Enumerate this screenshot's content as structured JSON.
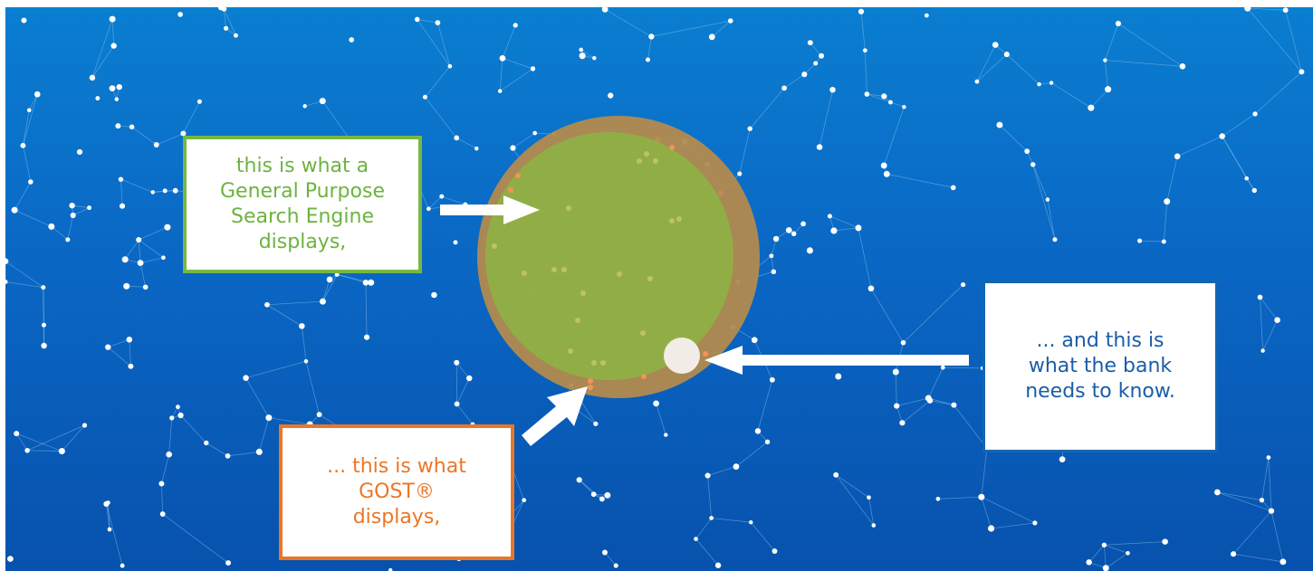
{
  "callouts": {
    "general_search": "this is what a\nGeneral Purpose\nSearch Engine\ndisplays,",
    "gost": "... this is what\nGOST®\ndisplays,",
    "bank": "... and this is\nwhat the bank\nneeds to know."
  },
  "colors": {
    "background_top": "#0a7ed0",
    "background_bottom": "#0752ad",
    "gost_circle": "#b38a4e",
    "search_circle": "#8fb046",
    "bank_dot": "#f1ede6",
    "green_accent": "#77b842",
    "orange_accent": "#ec7625",
    "blue_accent": "#1565b0"
  }
}
